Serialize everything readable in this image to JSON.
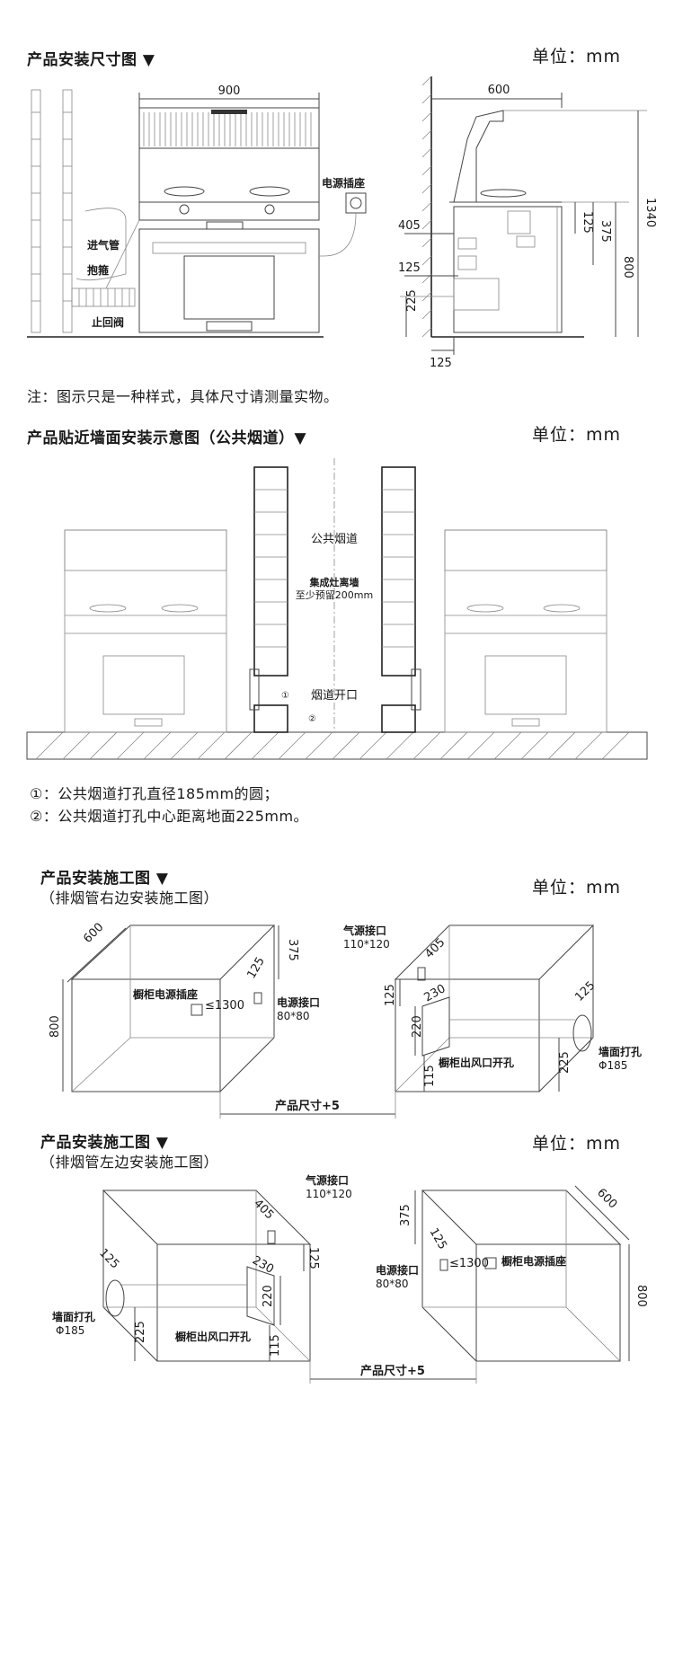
{
  "sec1": {
    "title": "产品安装尺寸图 ▼",
    "unit": "单位：mm",
    "labels": {
      "power_socket": "电源插座",
      "gas_inlet": "进气管",
      "clamp": "抱箍",
      "check_valve": "止回阀"
    },
    "dims": {
      "width": "900",
      "depth": "600",
      "d405": "405",
      "d125a": "125",
      "d225": "225",
      "d125b": "125",
      "d125c": "125",
      "d375": "375",
      "d800": "800",
      "d1340": "1340"
    },
    "note": "注：图示只是一种样式，具体尺寸请测量实物。"
  },
  "sec2": {
    "title": "产品贴近墙面安装示意图（公共烟道）▼",
    "unit": "单位：mm",
    "labels": {
      "flue": "公共烟道",
      "gap_line1": "集成灶离墙",
      "gap_line2": "至少预留200mm",
      "opening": "烟道开口",
      "mark1": "①",
      "mark2": "②"
    },
    "notes": [
      "①：公共烟道打孔直径185mm的圆；",
      "②：公共烟道打孔中心距离地面225mm。"
    ]
  },
  "sec3": {
    "title": "产品安装施工图 ▼",
    "subtitle": "（排烟管右边安装施工图）",
    "unit": "单位：mm",
    "labels": {
      "cabinet_socket": "橱柜电源插座",
      "power_port": "电源接口",
      "power_port_size": "80*80",
      "gas_port": "气源接口",
      "gas_port_size": "110*120",
      "cabinet_vent": "橱柜出风口开孔",
      "wall_hole": "墙面打孔",
      "wall_hole_size": "Φ185",
      "product_size": "产品尺寸+5",
      "leq1300": "≤1300"
    },
    "dims": {
      "d600": "600",
      "d375": "375",
      "d800": "800",
      "d125": "125",
      "d405": "405",
      "d125b": "125",
      "d230": "230",
      "d220": "220",
      "d115": "115",
      "d225": "225",
      "d125c": "125"
    }
  },
  "sec4": {
    "title": "产品安装施工图 ▼",
    "subtitle": "（排烟管左边安装施工图）",
    "unit": "单位：mm",
    "labels": {
      "cabinet_socket": "橱柜电源插座",
      "power_port": "电源接口",
      "power_port_size": "80*80",
      "gas_port": "气源接口",
      "gas_port_size": "110*120",
      "cabinet_vent": "橱柜出风口开孔",
      "wall_hole": "墙面打孔",
      "wall_hole_size": "Φ185",
      "product_size": "产品尺寸+5",
      "leq1300": "≤1300"
    },
    "dims": {
      "d600": "600",
      "d375": "375",
      "d800": "800",
      "d125": "125",
      "d405": "405",
      "d125b": "125",
      "d230": "230",
      "d220": "220",
      "d115": "115",
      "d225": "225",
      "d125c": "125"
    }
  }
}
